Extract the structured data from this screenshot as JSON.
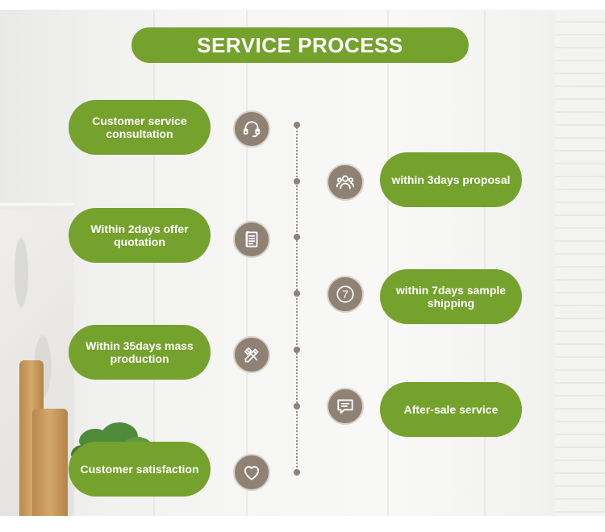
{
  "title": "SERVICE PROCESS",
  "steps": {
    "s1": "Customer service consultation",
    "s2": "within 3days proposal",
    "s3": "Within 2days offer quotation",
    "s4": "within 7days sample shipping",
    "s5": "Within 35days mass production",
    "s6": "After-sale service",
    "s7": "Customer satisfaction"
  },
  "icons": {
    "s1": "headset-icon",
    "s2": "users-icon",
    "s3": "document-icon",
    "s4": "number-7-icon",
    "s5": "pencil-ruler-icon",
    "s6": "message-icon",
    "s7": "heart-icon"
  },
  "seven_glyph": "7",
  "colors": {
    "pill_green": "#74a22d",
    "icon_brown": "#8f8173",
    "timeline_dot": "#8c8278"
  }
}
